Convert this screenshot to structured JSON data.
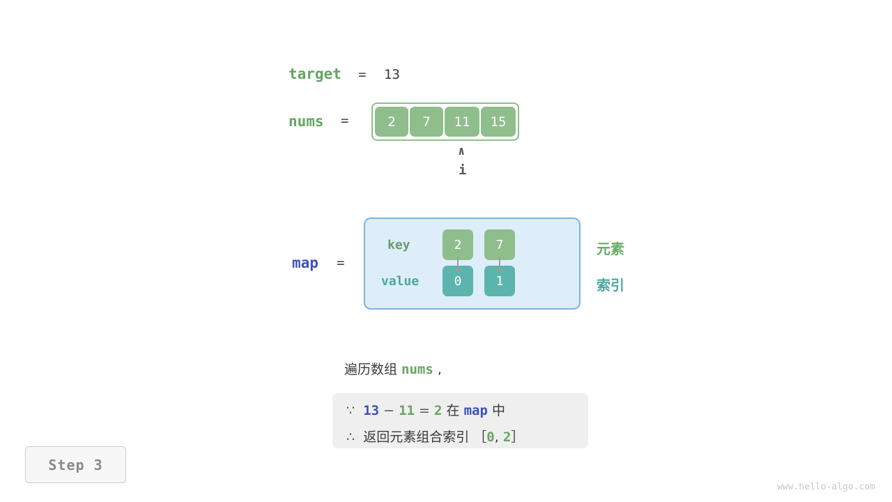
{
  "target": {
    "name": "target",
    "eq": "=",
    "value": "13"
  },
  "nums": {
    "name": "nums",
    "eq": "=",
    "cells": [
      "2",
      "7",
      "11",
      "15"
    ],
    "pointer_caret": "∧",
    "pointer_name": "i"
  },
  "map": {
    "name": "map",
    "eq": "=",
    "key_label": "key",
    "value_label": "value",
    "keys": [
      "2",
      "7"
    ],
    "values": [
      "0",
      "1"
    ],
    "legend_element": "元素",
    "legend_index": "索引"
  },
  "caption": {
    "prefix": "遍历数组 ",
    "code": "nums",
    "suffix": " ,"
  },
  "note": {
    "line1": {
      "mark": "∵",
      "a": "13",
      "minus": "−",
      "b": "11",
      "eq": "=",
      "c": "2",
      "mid": "在",
      "map": "map",
      "tail": "中"
    },
    "line2": {
      "mark": "∴",
      "text": "返回元素组合索引",
      "bracket_open": "［",
      "i0": "0",
      "comma": ",",
      "i1": "2",
      "bracket_close": "］"
    }
  },
  "step_badge": "Step 3",
  "watermark": "www.hello-algo.com",
  "colors": {
    "green": "#8fbe8c",
    "teal": "#5cb5ad",
    "blue_border": "#7fb3dd",
    "blue_fill": "#ddeefa",
    "var_blue": "#3f51b5",
    "var_green": "#66a563"
  }
}
